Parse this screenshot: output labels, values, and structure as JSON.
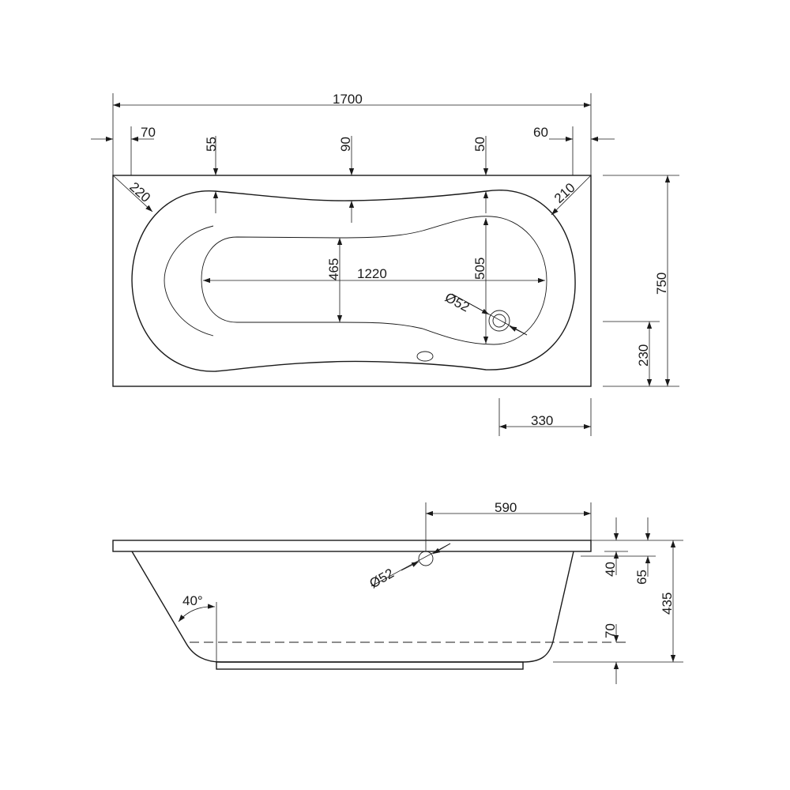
{
  "dimensions": {
    "overall_length": "1700",
    "left_offset": "70",
    "right_offset": "60",
    "top_left_rim": "55",
    "top_mid_rim": "90",
    "top_right_rim": "50",
    "corner_left": "220",
    "corner_right": "210",
    "inner_length": "1220",
    "inner_width_left": "465",
    "inner_width_right": "505",
    "overflow_dia_top": "Ø52",
    "overall_width": "750",
    "drain_from_side": "230",
    "drain_from_end": "330",
    "overflow_offset_side": "590",
    "overflow_dia_side": "Ø52",
    "angle": "40°",
    "rim_thickness": "40",
    "overflow_height": "65",
    "base_height": "70",
    "total_height": "435"
  }
}
